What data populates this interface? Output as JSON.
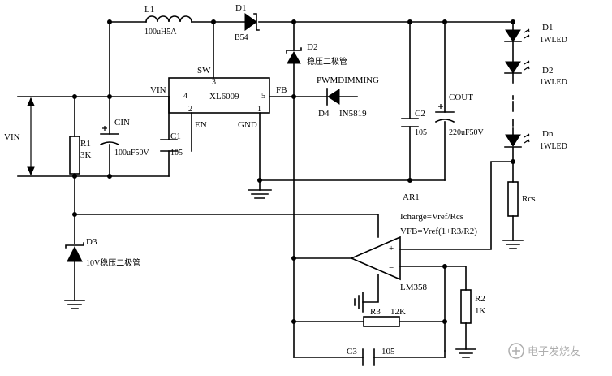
{
  "labels": {
    "L1": "L1",
    "L1_val": "100uH5A",
    "D1_top": "D1",
    "D1_val": "B54",
    "D2": "D2",
    "D2_desc": "稳压二极管",
    "SW": "SW",
    "pin3": "3",
    "VIN_pin": "VIN",
    "pin4": "4",
    "pin2": "2",
    "ic": "XL6009",
    "FB": "FB",
    "pin5": "5",
    "pin1": "1",
    "EN": "EN",
    "GND": "GND",
    "PWM": "PWMDIMMING",
    "D4": "D4",
    "D4_val": "IN5819",
    "C2": "C2",
    "C2_val": "105",
    "COUT": "COUT",
    "COUT_val": "220uF50V",
    "CIN": "CIN",
    "CIN_val": "100uF50V",
    "C1": "C1",
    "C1_val": "105",
    "VIN": "VIN",
    "R1": "R1",
    "R1_val": "3K",
    "LED1": "D1",
    "LED1_val": "1WLED",
    "LED2": "D2",
    "LED2_val": "1WLED",
    "LEDn": "Dn",
    "LEDn_val": "1WLED",
    "Rcs": "Rcs",
    "AR1": "AR1",
    "eq1": "Icharge=Vref/Rcs",
    "eq2": "VFB=Vref(1+R3/R2)",
    "plus": "+",
    "minus": "−",
    "opamp": "LM358",
    "D3": "D3",
    "D3_desc": "10V稳压二极管",
    "R3": "R3",
    "R3_val": "12K",
    "R2": "R2",
    "R2_val": "1K",
    "C3": "C3",
    "C3_val": "105",
    "watermark": "电子发烧友"
  }
}
